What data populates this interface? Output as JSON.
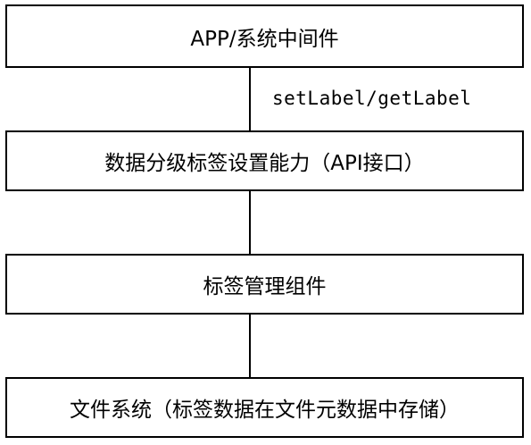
{
  "layers": {
    "app_middleware": "APP/系统中间件",
    "api_capability": "数据分级标签设置能力（API接口）",
    "tag_management": "标签管理组件",
    "file_system": "文件系统（标签数据在文件元数据中存储）"
  },
  "edges": {
    "app_to_api_label": "setLabel/getLabel"
  },
  "colors": {
    "line": "#000000",
    "background": "#ffffff"
  }
}
